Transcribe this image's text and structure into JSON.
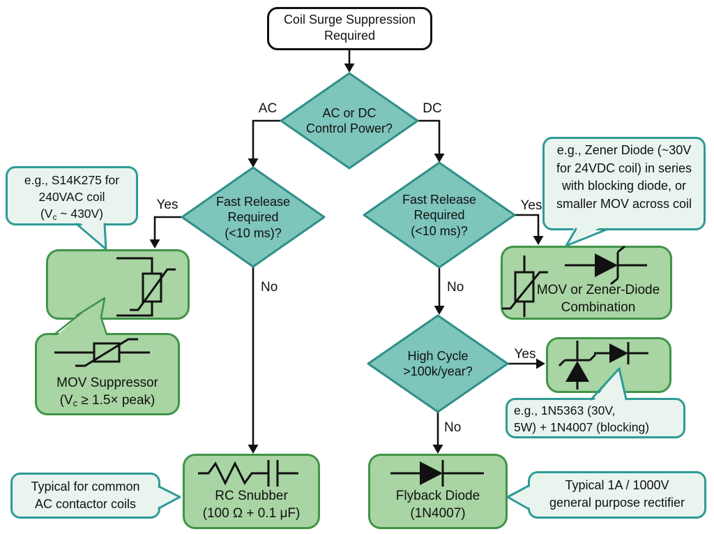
{
  "colors": {
    "background": "#ffffff",
    "line_color": "#111111",
    "text_color": "#111111",
    "diamond_fill": "#7ec5bb",
    "diamond_border": "#2e8f88",
    "box_fill": "#a9d4a3",
    "box_border": "#3f9447",
    "callout_fill": "#e9f4ef",
    "callout_border": "#2d9b94",
    "title_fill": "#ffffff",
    "title_border": "#111111"
  },
  "title_box": {
    "line1": "Coil Surge Suppression",
    "line2": "Required"
  },
  "decisions": {
    "power": {
      "line1": "AC or DC",
      "line2": "Control Power?"
    },
    "fast_release_ac": {
      "line1": "Fast Release",
      "line2": "Required",
      "line3": "(<10 ms)?"
    },
    "fast_release_dc": {
      "line1": "Fast Release",
      "line2": "Required",
      "line3": "(<10 ms)?"
    },
    "high_cycle": {
      "line1": "High Cycle",
      "line2": ">100k/year?"
    }
  },
  "edge_labels": {
    "ac": "AC",
    "dc": "DC",
    "yes_ac": "Yes",
    "no_ac": "No",
    "yes_dc": "Yes",
    "no_dc": "No",
    "yes_high_cycle": "Yes",
    "no_high_cycle": "No"
  },
  "outcomes": {
    "mov_suppressor": {
      "line1": "MOV Suppressor",
      "spec_pre": "(V",
      "spec_sub": "c",
      "spec_post": " ≥ 1.5× peak)"
    },
    "mov_zener": {
      "line1": "MOV or Zener-Diode",
      "line2": "Combination"
    },
    "rc_snubber": {
      "line1": "RC Snubber",
      "line2": "(100 Ω + 0.1 μF)"
    },
    "flyback_diode": {
      "line1": "Flyback Diode",
      "line2": "(1N4007)"
    }
  },
  "callouts": {
    "mov_example": {
      "line1": "e.g., S14K275 for",
      "line2": "240VAC coil",
      "spec_pre": "(V",
      "spec_sub": "c",
      "spec_post": " ~ 430V)"
    },
    "zener_example": {
      "line1": "e.g., Zener Diode (~30V",
      "line2": "for 24VDC coil) in series",
      "line3": "with blocking diode, or",
      "line4": "smaller MOV across coil"
    },
    "diode_parts": {
      "line1": "e.g., 1N5363 (30V,",
      "line2": "5W) + 1N4007 (blocking)"
    },
    "rc_note": {
      "line1": "Typical for common",
      "line2": "AC contactor coils"
    },
    "flyback_note": {
      "line1": "Typical 1A / 1000V",
      "line2": "general purpose rectifier"
    }
  },
  "icons": {
    "mov_in_circuit": "varistor-in-circuit-symbol",
    "mov": "varistor-symbol",
    "zener_horizontal": "zener-diode-symbol",
    "zener_vertical": "zener-diode-symbol",
    "diode": "diode-symbol",
    "rc": "resistor-capacitor-symbol"
  }
}
